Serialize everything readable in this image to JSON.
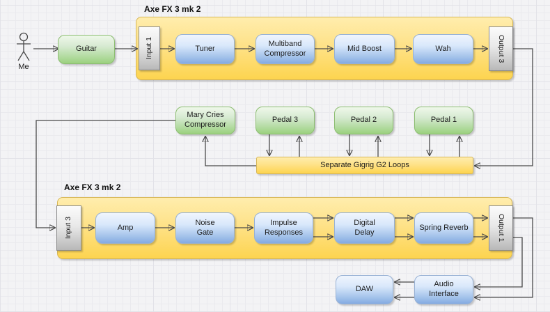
{
  "diagram": {
    "actor": {
      "label": "Me"
    },
    "containers": [
      {
        "title": "Axe FX 3 mk 2"
      },
      {
        "title": "Axe FX 3 mk 2"
      }
    ],
    "nodes": {
      "guitar": {
        "label": "Guitar"
      },
      "input1": {
        "label": "Input 1"
      },
      "tuner": {
        "label": "Tuner"
      },
      "multiband": {
        "label": "Multiband\nCompressor"
      },
      "midboost": {
        "label": "Mid Boost"
      },
      "wah": {
        "label": "Wah"
      },
      "output3": {
        "label": "Output 3"
      },
      "marycries": {
        "label": "Mary Cries\nCompressor"
      },
      "pedal3": {
        "label": "Pedal 3"
      },
      "pedal2": {
        "label": "Pedal 2"
      },
      "pedal1": {
        "label": "Pedal 1"
      },
      "gigrig": {
        "label": "Separate Gigrig G2 Loops"
      },
      "input3": {
        "label": "Input 3"
      },
      "amp": {
        "label": "Amp"
      },
      "noisegate": {
        "label": "Noise\nGate"
      },
      "impulse": {
        "label": "Impulse\nResponses"
      },
      "digitaldelay": {
        "label": "Digital\nDelay"
      },
      "springreverb": {
        "label": "Spring Reverb"
      },
      "output1": {
        "label": "Output 1"
      },
      "daw": {
        "label": "DAW"
      },
      "audiointerface": {
        "label": "Audio\nInterface"
      }
    },
    "colors": {
      "node_blue_fill": "#dae8fc",
      "node_blue_gradient": "#7ea6e0",
      "node_green_fill": "#d5e8d4",
      "node_green_gradient": "#97d077",
      "container_yellow_fill": "#ffe599",
      "container_yellow_gradient": "#ffd24d",
      "io_gray_fill": "#f5f5f5",
      "io_gray_gradient": "#b3b3b3",
      "edge_stroke": "#4a4a4a"
    }
  }
}
